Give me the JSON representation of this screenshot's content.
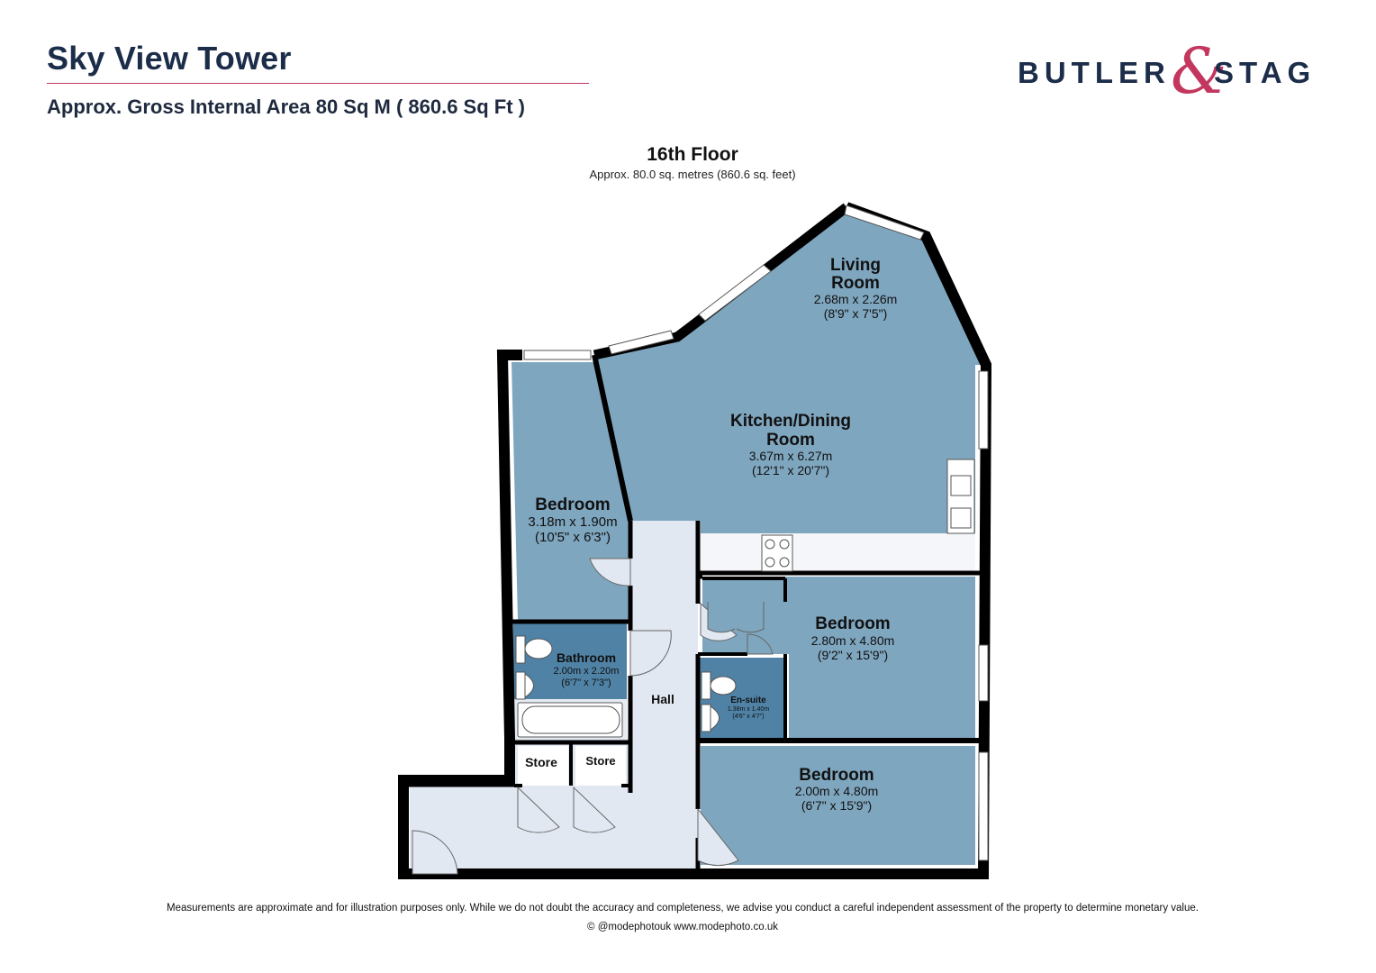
{
  "header": {
    "title": "Sky View Tower",
    "area": "Approx. Gross Internal Area 80 Sq M ( 860.6 Sq Ft )"
  },
  "logo": {
    "left_word": "BUTLER",
    "ampersand": "&",
    "right_word": "STAG",
    "icon": "butler-stag-logo"
  },
  "floor": {
    "name": "16th Floor",
    "area": "Approx. 80.0 sq. metres (860.6 sq. feet)"
  },
  "rooms": {
    "living": {
      "name_line1": "Living",
      "name_line2": "Room",
      "size_m": "2.68m x 2.26m",
      "size_ft": "(8'9\" x 7'5\")"
    },
    "kitchen": {
      "name_line1": "Kitchen/Dining",
      "name_line2": "Room",
      "size_m": "3.67m x 6.27m",
      "size_ft": "(12'1\" x 20'7\")"
    },
    "bedroom_small": {
      "name": "Bedroom",
      "size_m": "3.18m x 1.90m",
      "size_ft": "(10'5\" x 6'3\")"
    },
    "bathroom": {
      "name": "Bathroom",
      "size_m": "2.00m x 2.20m",
      "size_ft": "(6'7\" x 7'3\")"
    },
    "bedroom_main": {
      "name": "Bedroom",
      "size_m": "2.80m x 4.80m",
      "size_ft": "(9'2\" x 15'9\")"
    },
    "ensuite": {
      "name": "En-suite",
      "size_m": "1.38m x 1.40m",
      "size_ft": "(4'6\" x 4'7\")"
    },
    "bedroom_third": {
      "name": "Bedroom",
      "size_m": "2.00m x 4.80m",
      "size_ft": "(6'7\" x 15'9\")"
    },
    "hall": {
      "name": "Hall"
    },
    "store1": {
      "name": "Store"
    },
    "store2": {
      "name": "Store"
    }
  },
  "colors": {
    "room_fill": "#7fa6bf",
    "wet_room_fill": "#4f82a5",
    "hall_fill": "#e2e8f1",
    "wall": "#000000",
    "accent": "#c3375f",
    "navy": "#1c2d4a"
  },
  "footer": {
    "disclaimer": "Measurements are approximate and for illustration purposes only.  While we do not doubt the accuracy and completeness, we advise you conduct a careful independent assessment of the property to determine monetary value.",
    "credit": "© @modephotouk www.modephoto.co.uk"
  }
}
